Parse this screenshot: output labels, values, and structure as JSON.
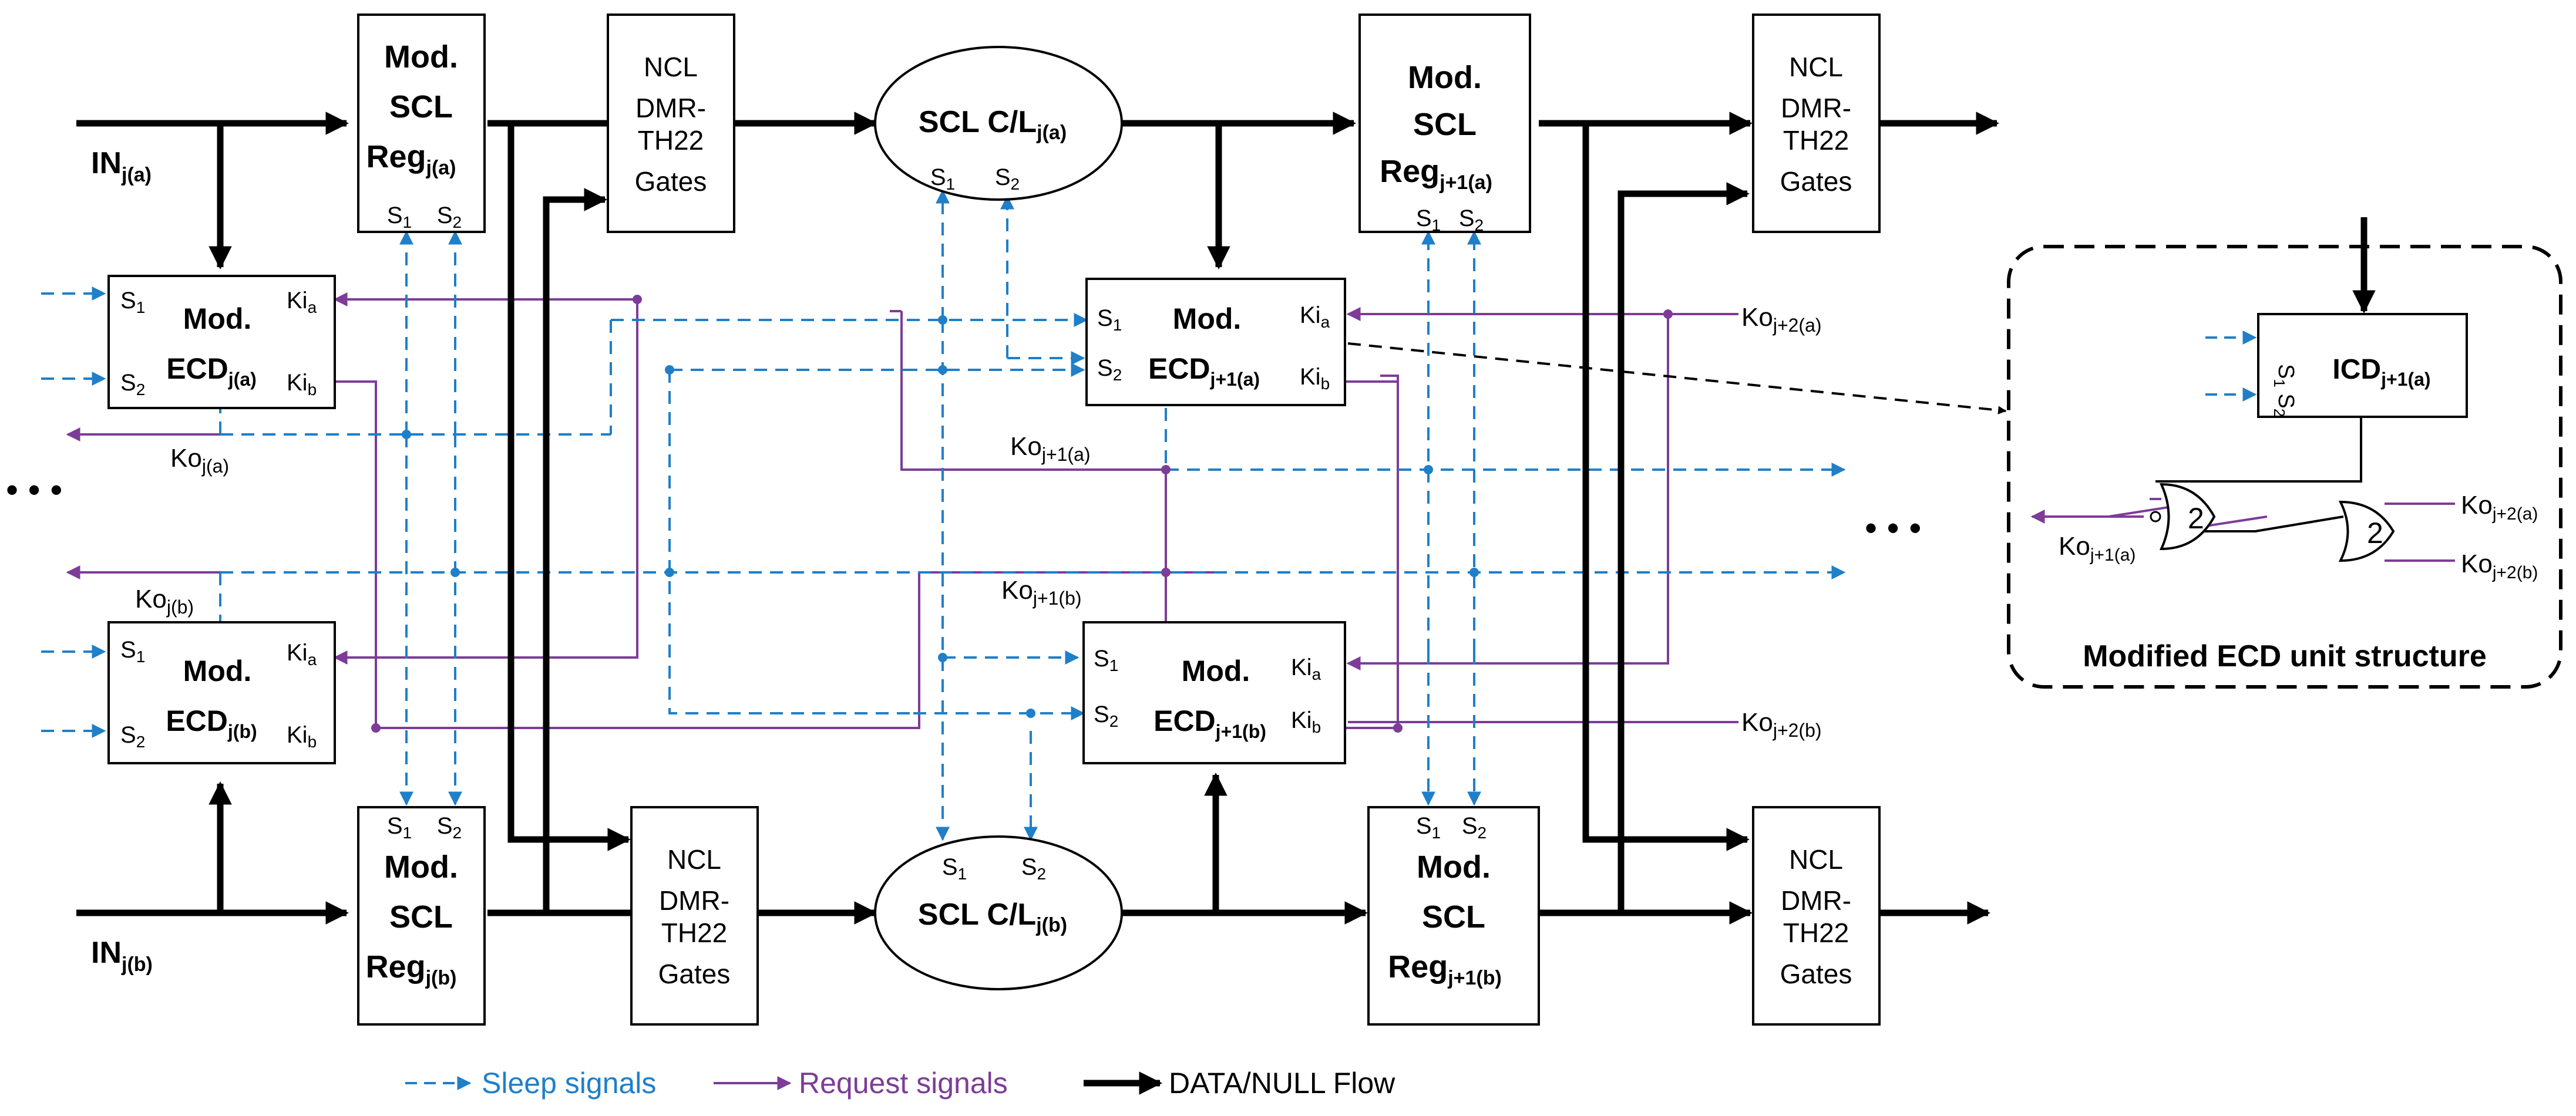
{
  "labels": {
    "mod": "Mod.",
    "scl": "SCL",
    "reg": "Reg",
    "ecd": "ECD",
    "icd": "ICD",
    "ncl": "NCL",
    "dmr": "DMR-",
    "th22": "TH22",
    "gates": "Gates",
    "scl_cl": "SCL C/L",
    "in": "IN",
    "ko": "Ko",
    "ki": "Ki",
    "s": "S",
    "sub_1": "1",
    "sub_2": "2",
    "sub_a": "a",
    "sub_b": "b",
    "threshold": "2",
    "ellipsis": "• • •"
  },
  "subscripts": {
    "j_a": "j(a)",
    "j_b": "j(b)",
    "j1_a": "j+1(a)",
    "j1_b": "j+1(b)",
    "j2_a": "j+2(a)",
    "j2_b": "j+2(b)"
  },
  "inset": {
    "title": "Modified ECD unit structure"
  },
  "legend": {
    "sleep": "Sleep signals",
    "request": "Request signals",
    "data": "DATA/NULL Flow"
  },
  "colors": {
    "sleep": "#1f7fc9",
    "request": "#7d3c98",
    "data": "#000000"
  }
}
